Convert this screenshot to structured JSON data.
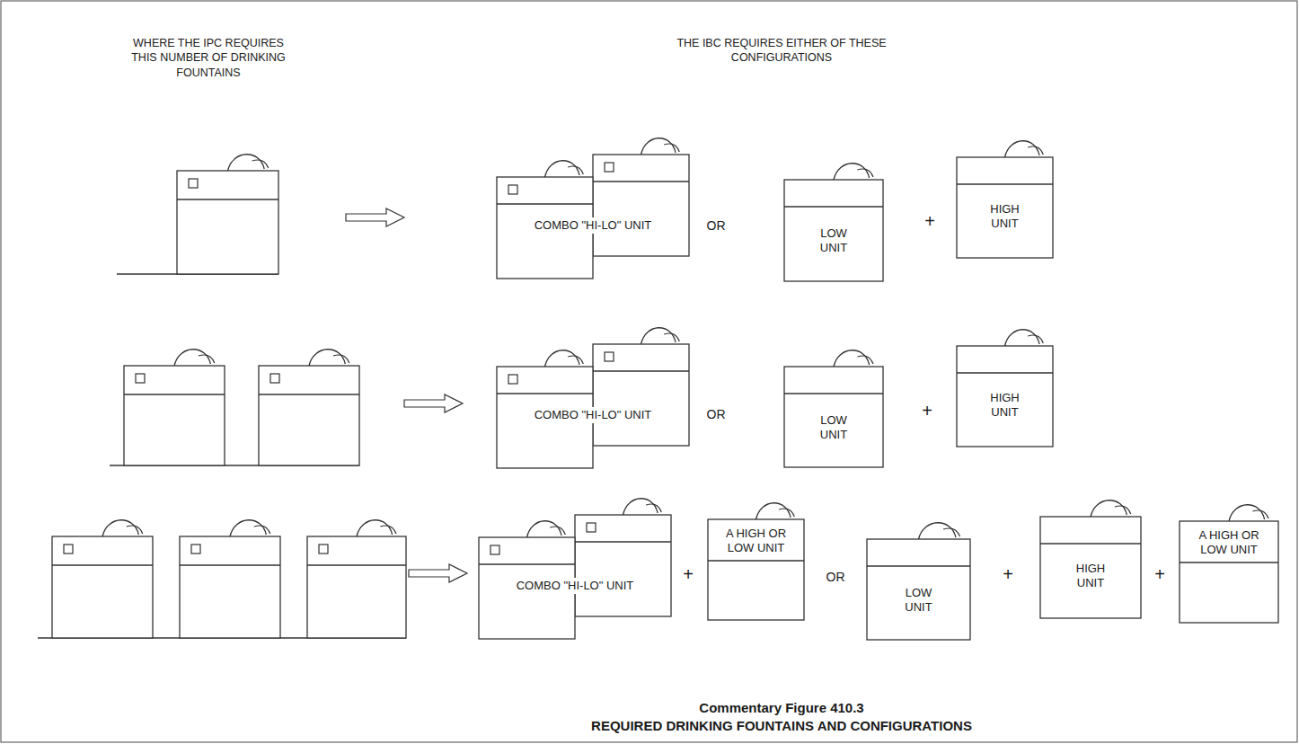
{
  "diagram": {
    "caption": "Commentary Figure 410.3",
    "nodes": [
      {
        "text": [
          "COMBO \"HI-LO\" UNIT"
        ]
      },
      {
        "text": [
          "LOW UNIT"
        ]
      },
      {
        "text": [
          "HIGH UNIT"
        ]
      },
      {
        "text": [
          "COMBO \"HI-LO\" UNIT"
        ]
      },
      {
        "text": [
          "LOW UNIT"
        ]
      },
      {
        "text": [
          "HIGH UNIT"
        ]
      },
      {
        "text": [
          "COMBO \"HI-LO\" UNIT"
        ]
      },
      {
        "text": [
          "A HIGH OR LOW UNIT"
        ]
      },
      {
        "text": [
          "LOW UNIT"
        ]
      },
      {
        "text": [
          "HIGH UNIT"
        ]
      },
      {
        "text": [
          "A HIGH OR LOW UNIT"
        ]
      }
    ],
    "labels": [
      "WHERE THE IPC REQUIRES THIS NUMBER OF DRINKING FOUNTAINS",
      "THE IBC REQUIRES EITHER OF THESE CONFIGURATIONS",
      "OR",
      "+",
      "OR",
      "+",
      "+",
      "OR",
      "+",
      "+",
      "REQUIRED DRINKING FOUNTAINS AND CONFIGURATIONS"
    ]
  }
}
